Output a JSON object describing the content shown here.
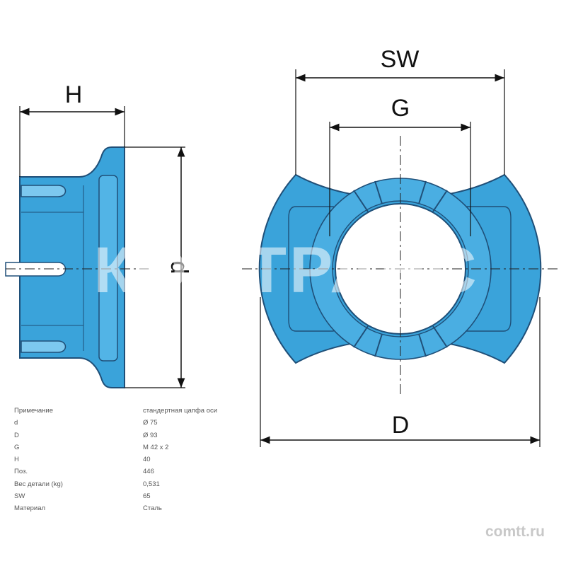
{
  "dimensions": {
    "H": "H",
    "d": "d",
    "SW": "SW",
    "G": "G",
    "D": "D"
  },
  "specs": [
    {
      "key": "Примечание",
      "value": "стандертная цапфа оси"
    },
    {
      "key": "d",
      "value": "Ø 75"
    },
    {
      "key": "D",
      "value": "Ø 93"
    },
    {
      "key": "G",
      "value": "M 42 x 2"
    },
    {
      "key": "H",
      "value": "40"
    },
    {
      "key": "Поз.",
      "value": "446"
    },
    {
      "key": "Вес детали (kg)",
      "value": "0,531"
    },
    {
      "key": "SW",
      "value": "65"
    },
    {
      "key": "Материал",
      "value": "Сталь"
    }
  ],
  "watermark": "КОМТРАНС",
  "site": "comtt.ru",
  "colors": {
    "part_fill": "#3aa3da",
    "part_stroke": "#1f4f78",
    "line": "#111111"
  }
}
